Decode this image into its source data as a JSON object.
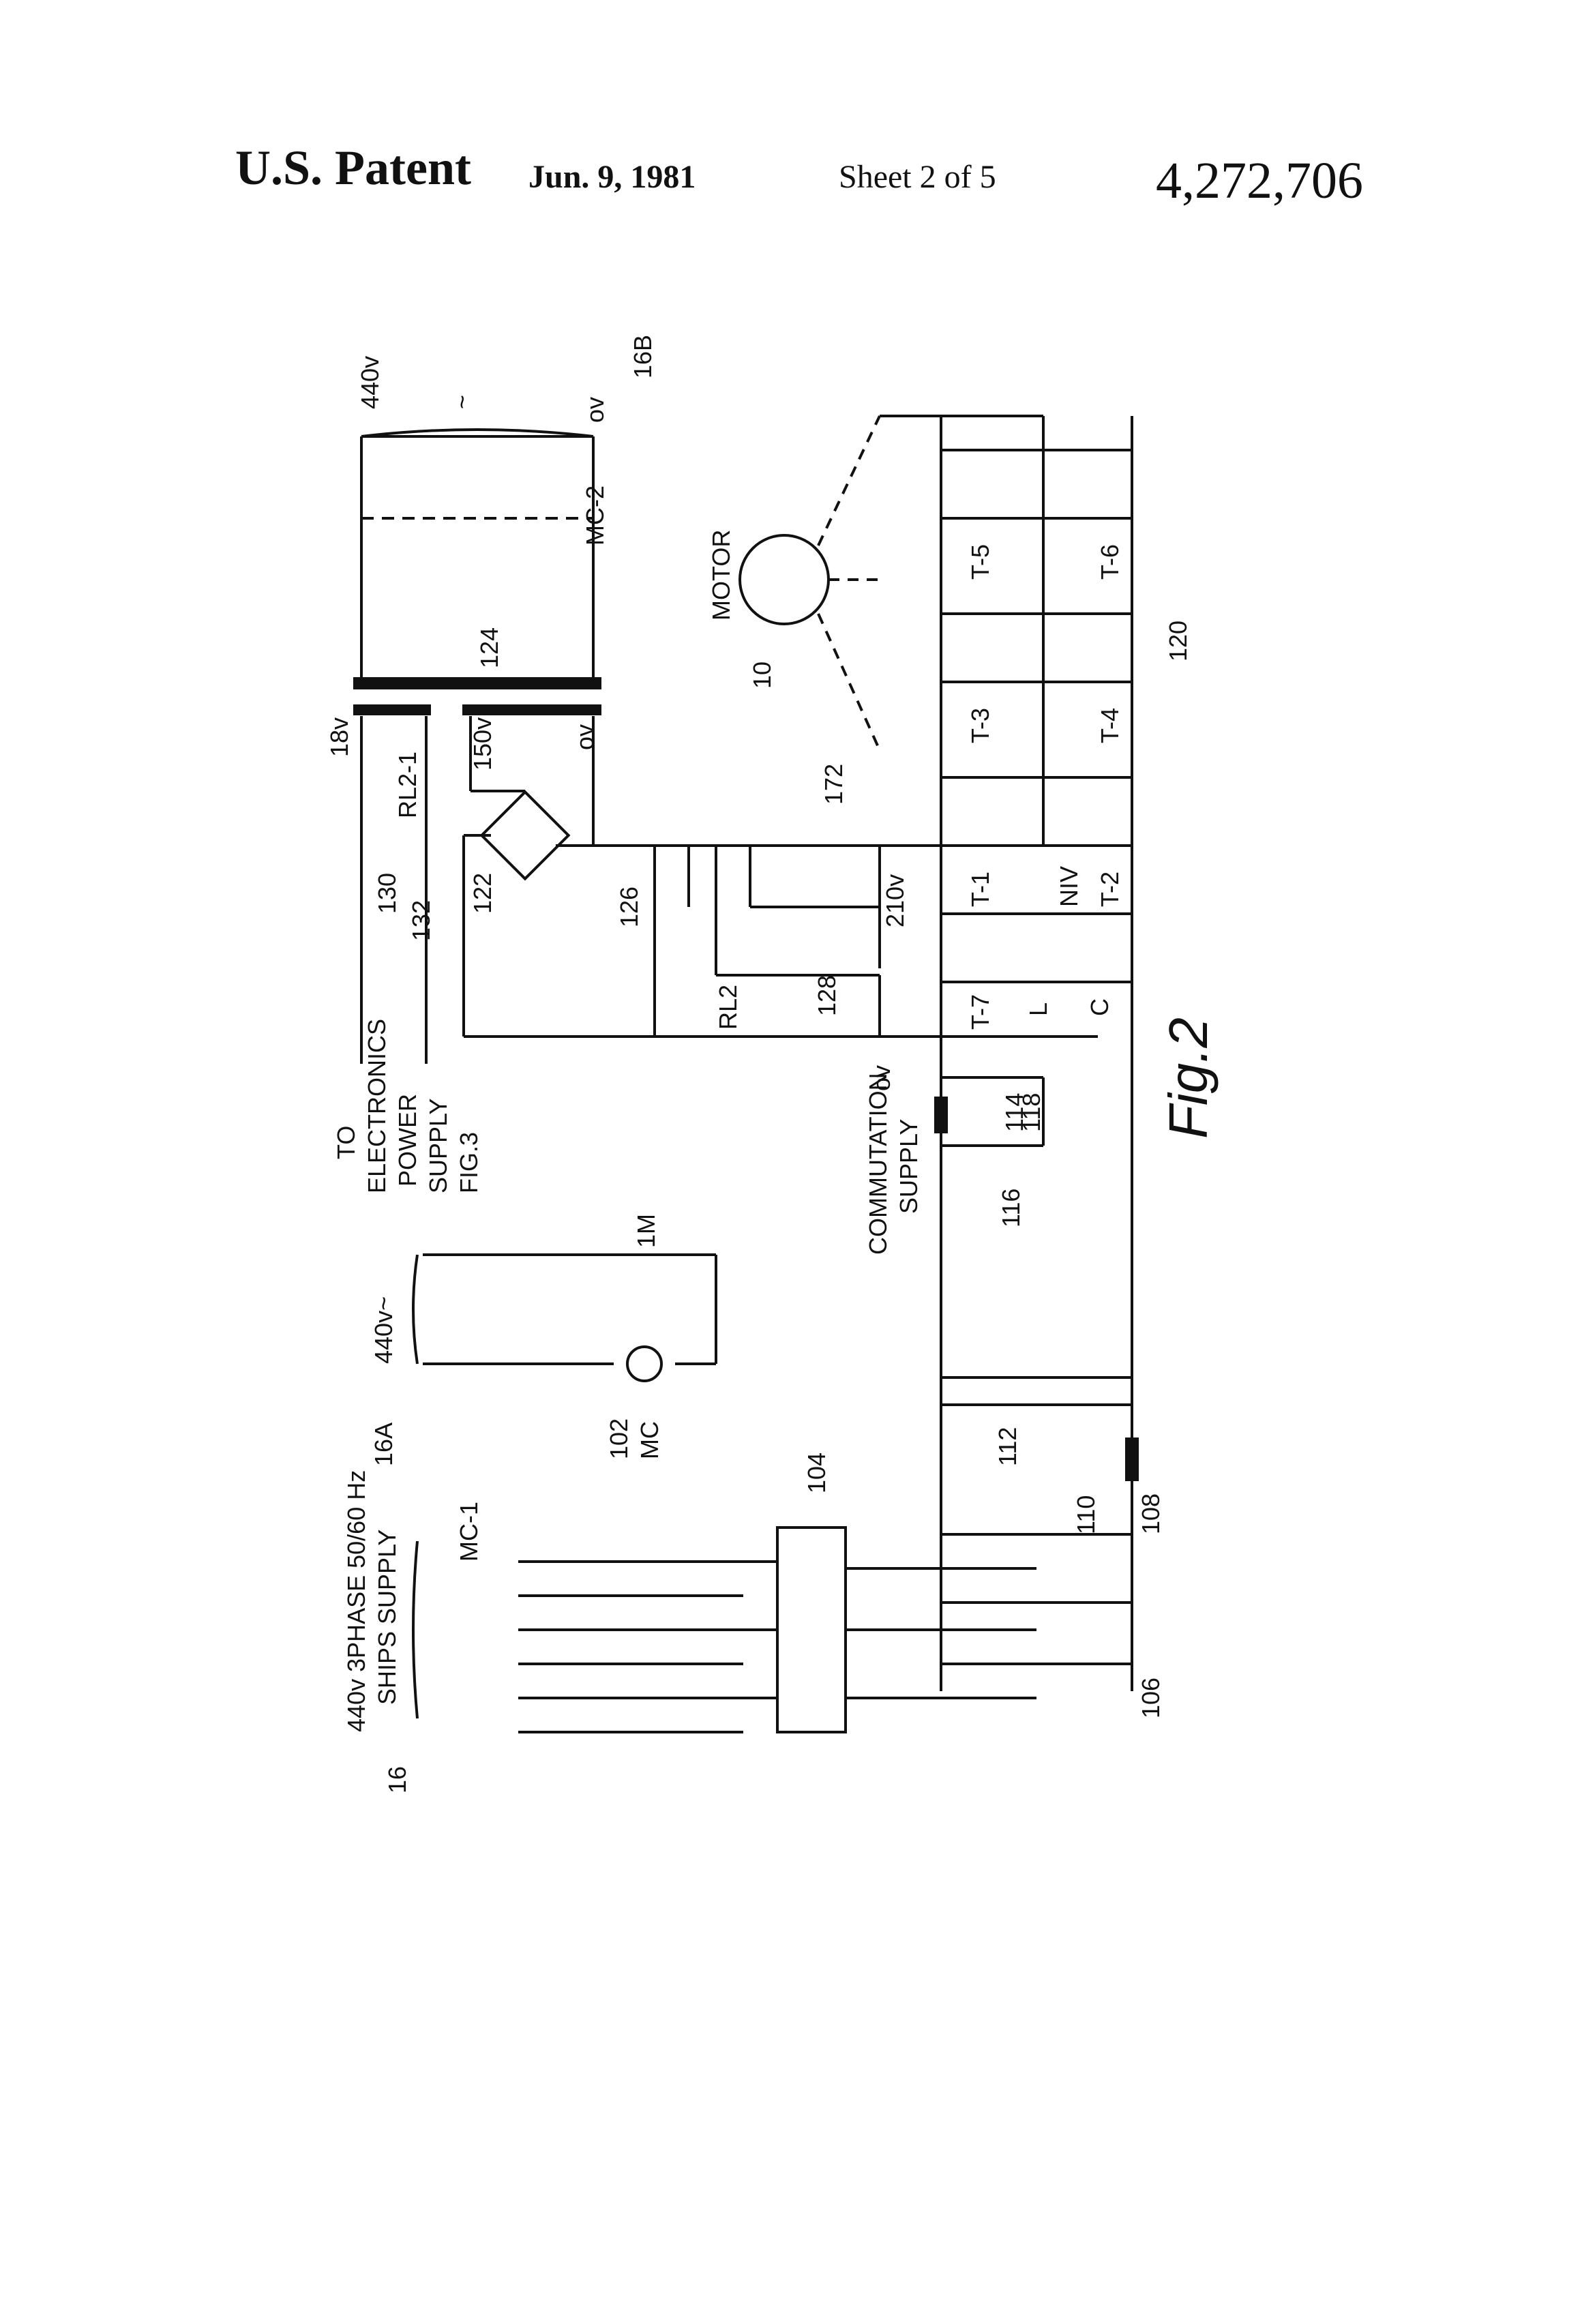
{
  "header": {
    "title": "U.S. Patent",
    "date": "Jun. 9, 1981",
    "sheet": "Sheet 2 of 5",
    "patent_number": "4,272,706"
  },
  "figure": {
    "caption": "Fig.2",
    "labels": {
      "v440": "440v",
      "ac": "~",
      "ov": "ov",
      "ref_16b": "16B",
      "mc2": "MC-2",
      "ref_124": "124",
      "v18": "18v",
      "rl21": "RL2-1",
      "v150": "150v",
      "ref_122": "122",
      "ref_130": "130",
      "ref_132": "132",
      "ref_126": "126",
      "rl2": "RL2",
      "ref_128": "128",
      "ref_172": "172",
      "v210": "210v",
      "motor": "MOTOR",
      "ref_10": "10",
      "t1": "T-1",
      "t2": "T-2",
      "t3": "T-3",
      "t4": "T-4",
      "t5": "T-5",
      "t6": "T-6",
      "t7": "T-7",
      "niv": "NIV",
      "ref_120": "120",
      "l": "L",
      "c": "C",
      "to": "TO",
      "electronics": "ELECTRONICS",
      "power": "POWER",
      "supply": "SUPPLY",
      "fig3": "FIG.3",
      "commutation": "COMMUTATION",
      "commutation_supply": "SUPPLY",
      "ref_114": "114",
      "ref_118": "118",
      "ref_116": "116",
      "v440ac": "440v~",
      "m1": "1M",
      "ref_16a": "16A",
      "ref_102": "102",
      "mc": "MC",
      "phase_supply": "440v 3PHASE 50/60 Hz",
      "ships_supply": "SHIPS SUPPLY",
      "ref_16": "16",
      "mc1": "MC-1",
      "ref_104": "104",
      "ref_112": "112",
      "ref_110": "110",
      "ref_108": "108",
      "ref_106": "106"
    }
  }
}
